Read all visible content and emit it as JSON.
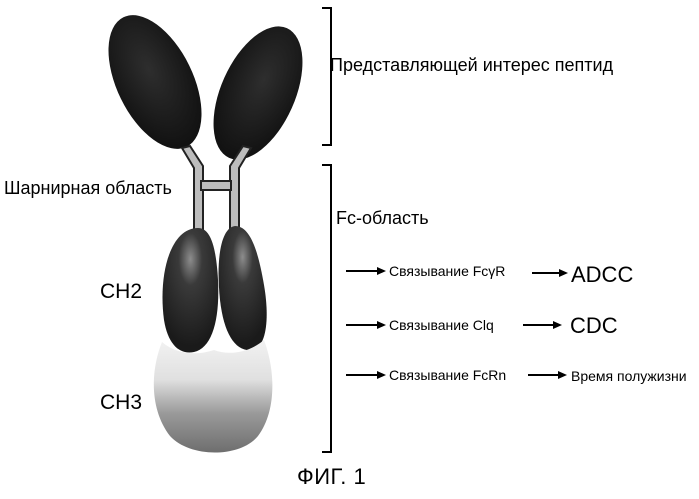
{
  "labels": {
    "peptide": "Представляющей интерес пептид",
    "hinge": "Шарнирная область",
    "fc_region": "Fc-область",
    "ch2": "CH2",
    "ch3": "CH3"
  },
  "effects": [
    {
      "binding": "Связывание FcγR",
      "result": "ADCC"
    },
    {
      "binding": "Связывание Clq",
      "result": "CDC"
    },
    {
      "binding": "Связывание FcRn",
      "result": "Время полужизни"
    }
  ],
  "caption": "ФИГ. 1",
  "colors": {
    "lobe_dark": "#1c1c1c",
    "ch3_light": "#e8e8e8",
    "ch3_gray": "#8a8a8a",
    "line": "#000000"
  }
}
